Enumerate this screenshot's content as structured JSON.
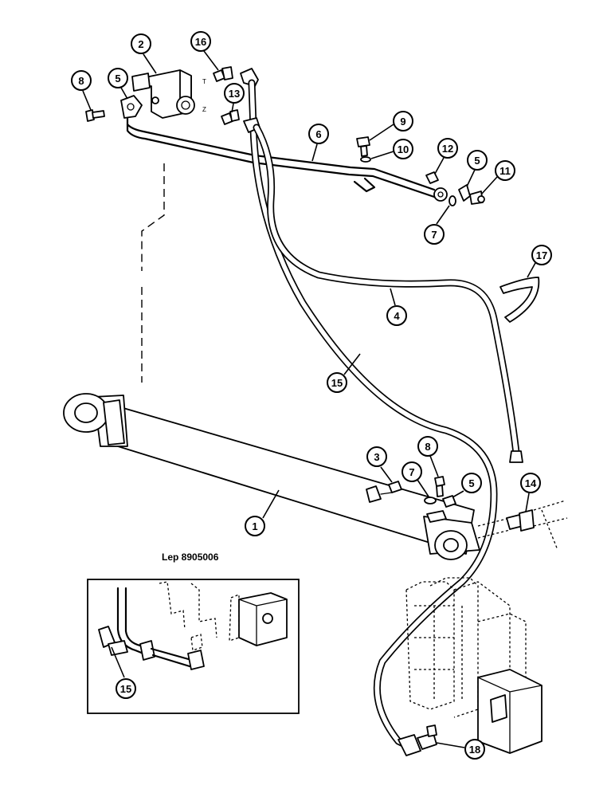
{
  "caption": "Lep 8905006",
  "port_labels": {
    "t": "T",
    "z": "Z"
  },
  "callouts": {
    "c1": "1",
    "c2": "2",
    "c3": "3",
    "c4": "4",
    "c5a": "5",
    "c5b": "5",
    "c5c": "5",
    "c6": "6",
    "c7a": "7",
    "c7b": "7",
    "c8a": "8",
    "c8b": "8",
    "c9": "9",
    "c10": "10",
    "c11": "11",
    "c12": "12",
    "c13": "13",
    "c14": "14",
    "c15a": "15",
    "c15b": "15",
    "c16": "16",
    "c17": "17",
    "c18": "18"
  }
}
